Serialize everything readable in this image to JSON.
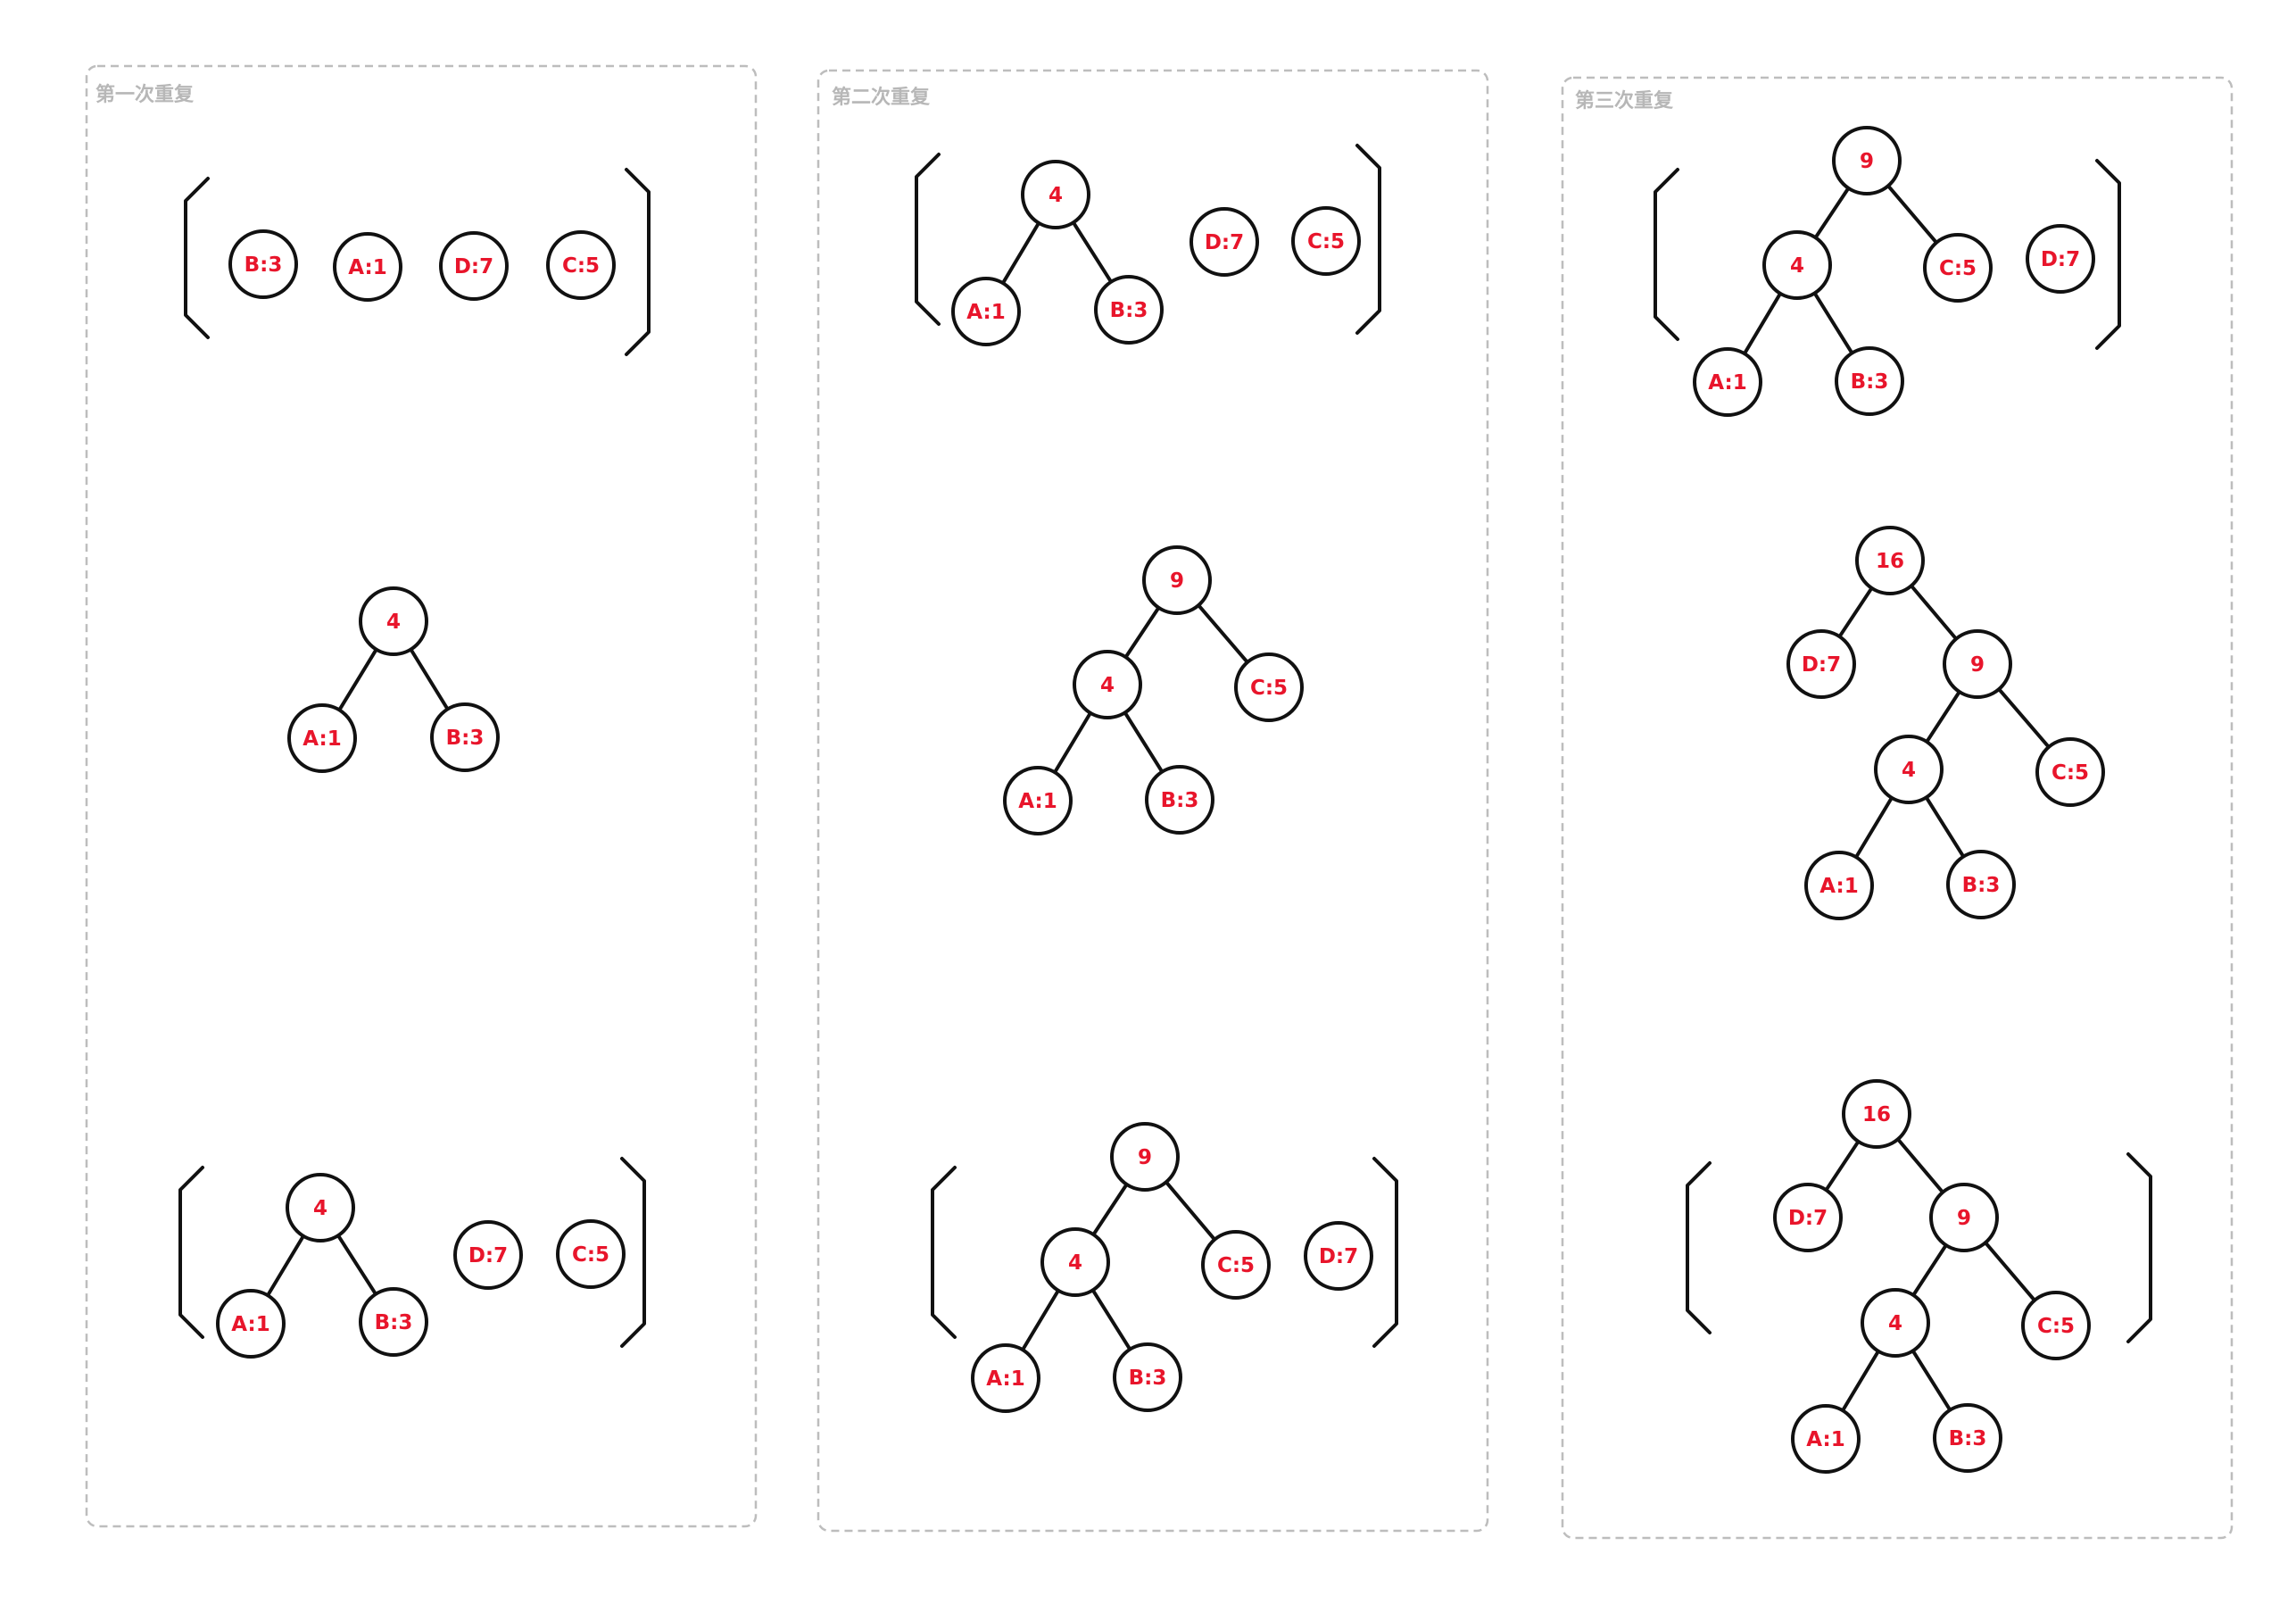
{
  "panels": [
    {
      "title": "第一次重复",
      "stages": [
        {
          "queue": true,
          "items": [
            {
              "label": "B:3"
            },
            {
              "label": "A:1"
            },
            {
              "label": "D:7"
            },
            {
              "label": "C:5"
            }
          ]
        },
        {
          "queue": false,
          "items": [
            {
              "label": "4",
              "children": [
                {
                  "label": "A:1"
                },
                {
                  "label": "B:3"
                }
              ]
            }
          ]
        },
        {
          "queue": true,
          "items": [
            {
              "label": "4",
              "children": [
                {
                  "label": "A:1"
                },
                {
                  "label": "B:3"
                }
              ]
            },
            {
              "label": "D:7"
            },
            {
              "label": "C:5"
            }
          ]
        }
      ]
    },
    {
      "title": "第二次重复",
      "stages": [
        {
          "queue": true,
          "items": [
            {
              "label": "4",
              "children": [
                {
                  "label": "A:1"
                },
                {
                  "label": "B:3"
                }
              ]
            },
            {
              "label": "D:7"
            },
            {
              "label": "C:5"
            }
          ]
        },
        {
          "queue": false,
          "items": [
            {
              "label": "9",
              "children": [
                {
                  "label": "4",
                  "children": [
                    {
                      "label": "A:1"
                    },
                    {
                      "label": "B:3"
                    }
                  ]
                },
                {
                  "label": "C:5"
                }
              ]
            }
          ]
        },
        {
          "queue": true,
          "items": [
            {
              "label": "9",
              "children": [
                {
                  "label": "4",
                  "children": [
                    {
                      "label": "A:1"
                    },
                    {
                      "label": "B:3"
                    }
                  ]
                },
                {
                  "label": "C:5"
                }
              ]
            },
            {
              "label": "D:7"
            }
          ]
        }
      ]
    },
    {
      "title": "第三次重复",
      "stages": [
        {
          "queue": true,
          "items": [
            {
              "label": "9",
              "children": [
                {
                  "label": "4",
                  "children": [
                    {
                      "label": "A:1"
                    },
                    {
                      "label": "B:3"
                    }
                  ]
                },
                {
                  "label": "C:5"
                }
              ]
            },
            {
              "label": "D:7"
            }
          ]
        },
        {
          "queue": false,
          "items": [
            {
              "label": "16",
              "children": [
                {
                  "label": "D:7"
                },
                {
                  "label": "9",
                  "children": [
                    {
                      "label": "4",
                      "children": [
                        {
                          "label": "A:1"
                        },
                        {
                          "label": "B:3"
                        }
                      ]
                    },
                    {
                      "label": "C:5"
                    }
                  ]
                }
              ]
            }
          ]
        },
        {
          "queue": true,
          "items": [
            {
              "label": "16",
              "children": [
                {
                  "label": "D:7"
                },
                {
                  "label": "9",
                  "children": [
                    {
                      "label": "4",
                      "children": [
                        {
                          "label": "A:1"
                        },
                        {
                          "label": "B:3"
                        }
                      ]
                    },
                    {
                      "label": "C:5"
                    }
                  ]
                }
              ]
            }
          ]
        }
      ]
    }
  ]
}
